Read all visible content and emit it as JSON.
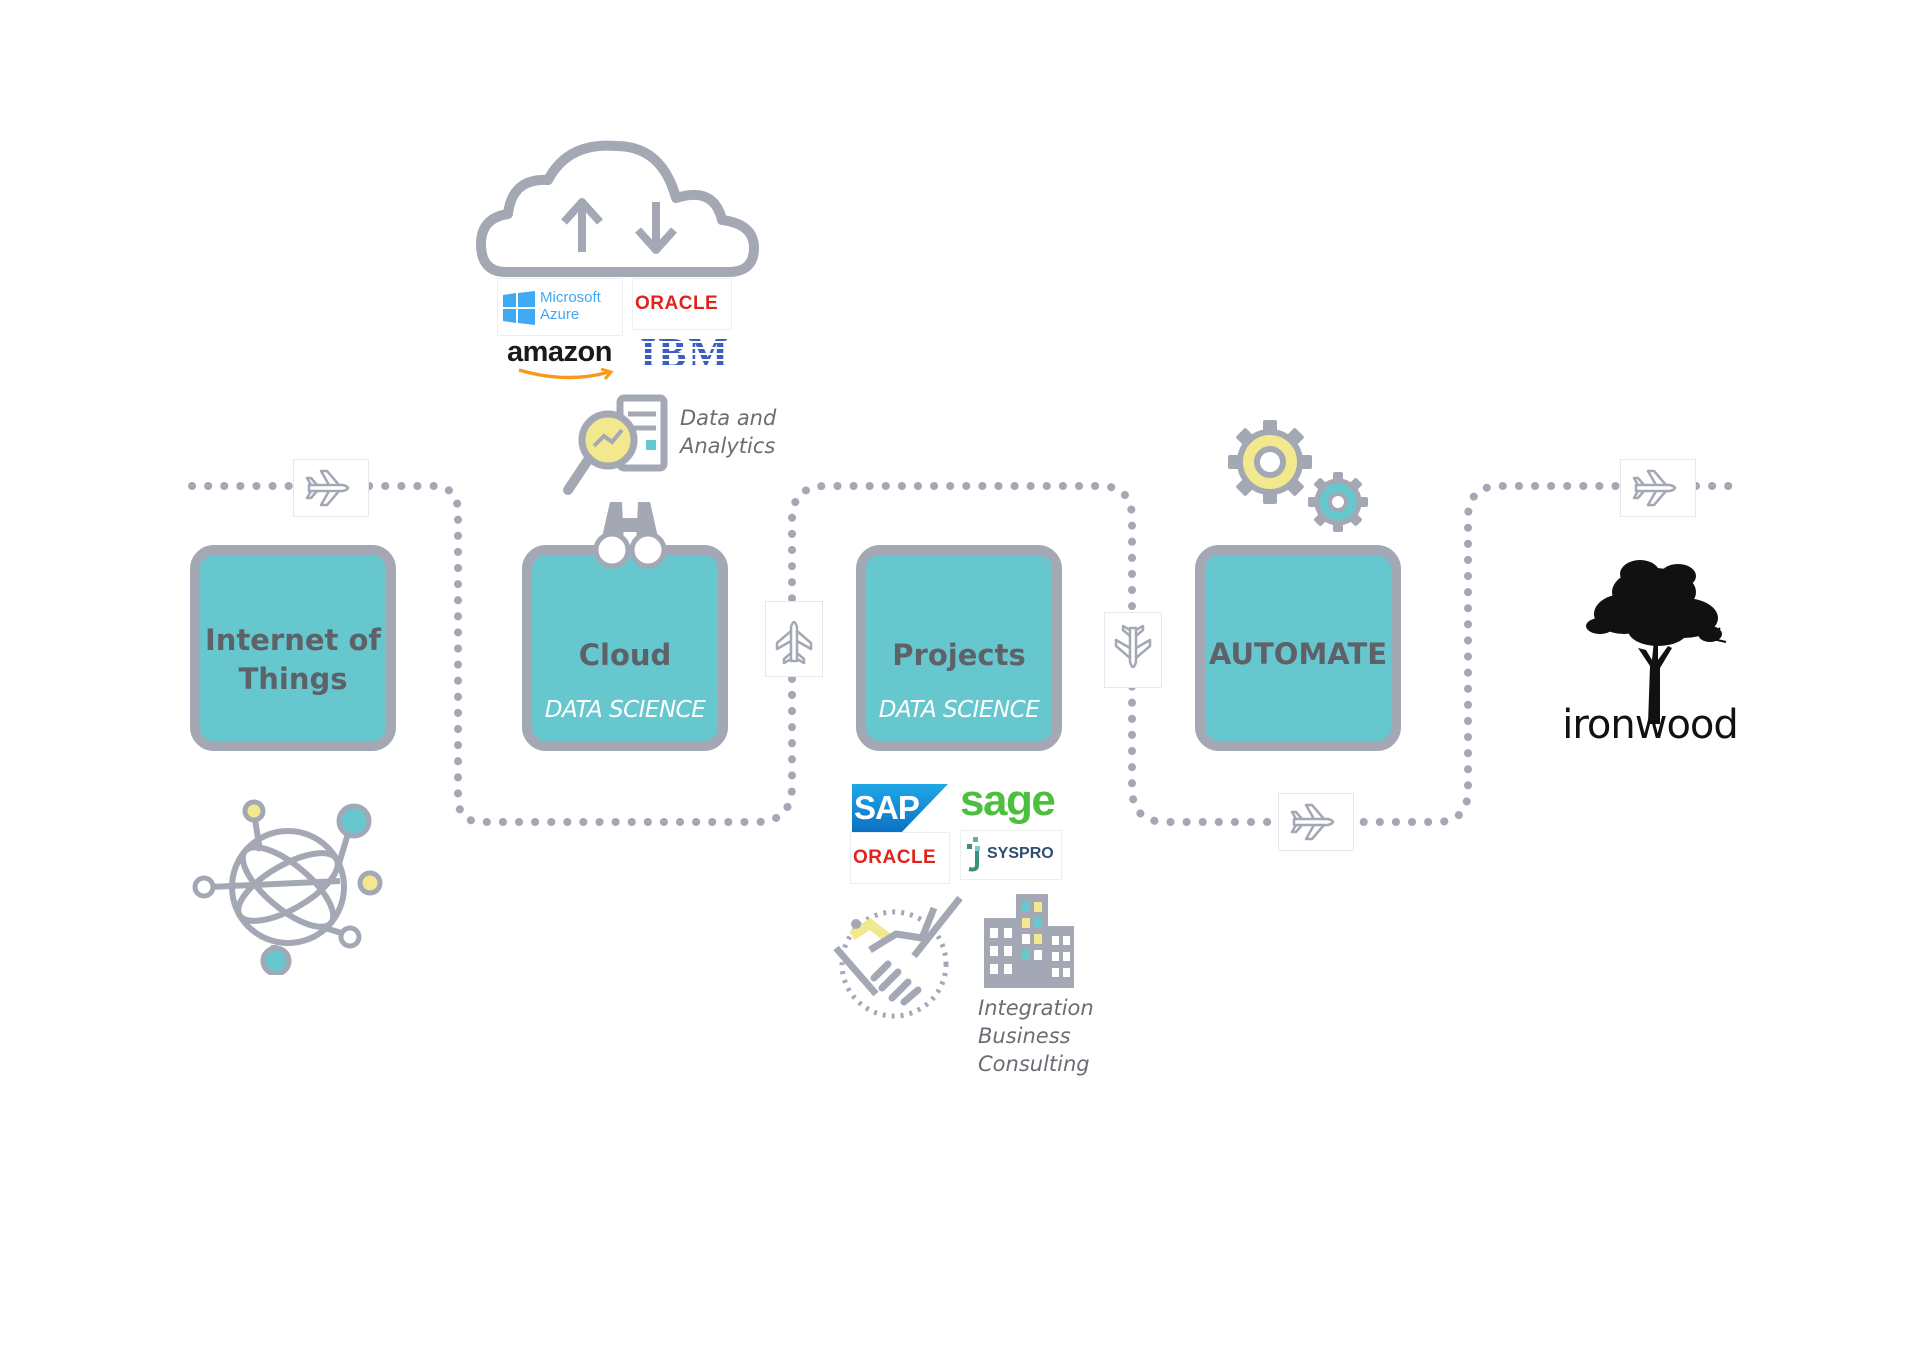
{
  "stages": [
    {
      "title": "Internet of\nThings",
      "subtitle": ""
    },
    {
      "title": "Cloud",
      "subtitle": "DATA SCIENCE"
    },
    {
      "title": "Projects",
      "subtitle": "DATA SCIENCE"
    },
    {
      "title": "AUTOMATE",
      "subtitle": ""
    }
  ],
  "annotations": {
    "data_analytics": "Data and\nAnalytics",
    "integration": "Integration\nBusiness\nConsulting"
  },
  "cloud_logos": {
    "azure": "Microsoft\nAzure",
    "oracle": "ORACLE",
    "amazon": "amazon",
    "ibm": "IBM"
  },
  "erp_logos": {
    "sap": "SAP",
    "sage": "sage",
    "oracle": "ORACLE",
    "syspro": "SYSPRO"
  },
  "brand": {
    "name": "ironwood"
  },
  "colors": {
    "teal": "#66c8ce",
    "gray": "#a3a8b4",
    "yellow": "#f2e98f",
    "text": "#5f6168"
  },
  "icons": [
    "airplane-icon",
    "cloud-upload-download-icon",
    "analytics-magnifier-icon",
    "binoculars-icon",
    "network-globe-icon",
    "gears-icon",
    "handshake-icon",
    "buildings-icon",
    "tree-icon"
  ]
}
